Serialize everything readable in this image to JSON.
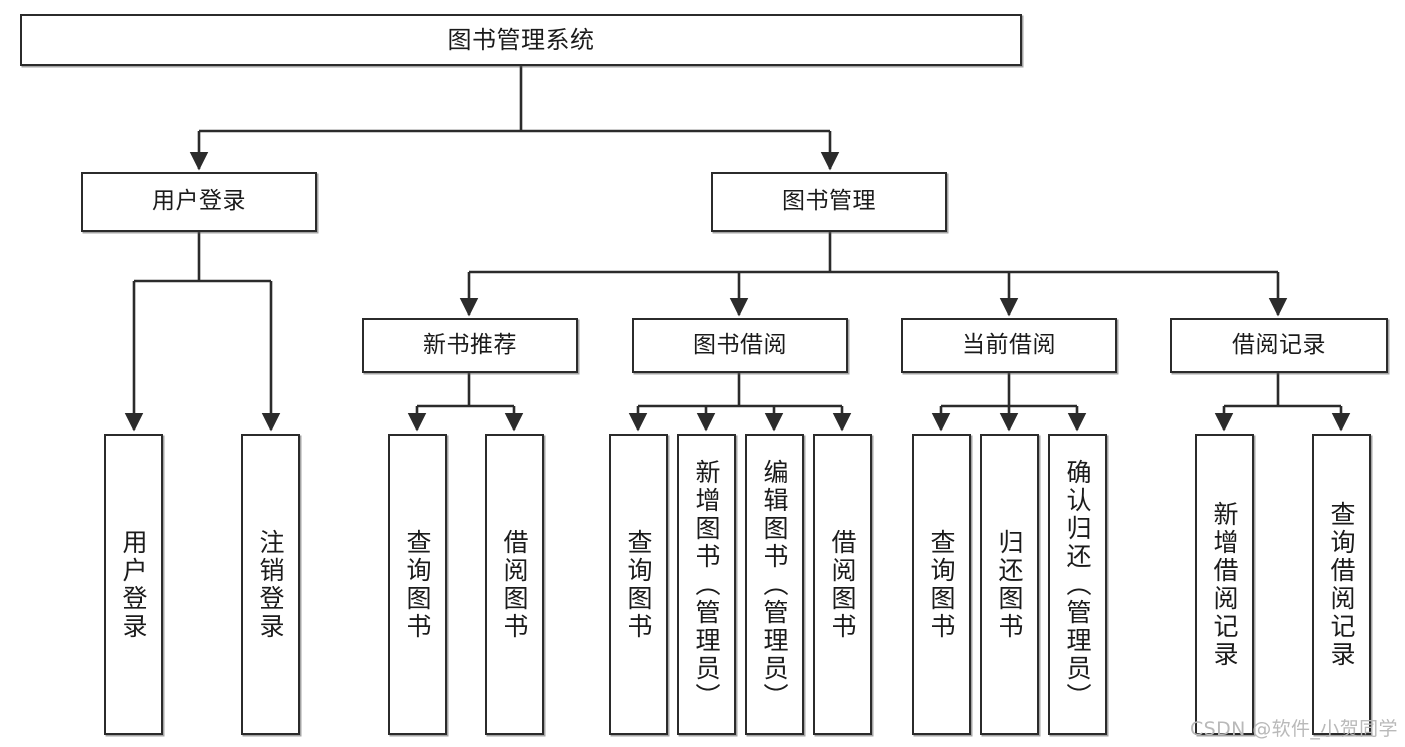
{
  "diagram": {
    "title": "图书管理系统",
    "type": "tree-hierarchy",
    "root": {
      "label": "图书管理系统"
    },
    "level1": [
      {
        "label": "用户登录"
      },
      {
        "label": "图书管理"
      }
    ],
    "level2": [
      {
        "label": "新书推荐"
      },
      {
        "label": "图书借阅"
      },
      {
        "label": "当前借阅"
      },
      {
        "label": "借阅记录"
      }
    ],
    "leaves": {
      "user_login": [
        {
          "label": "用户登录"
        },
        {
          "label": "注销登录"
        }
      ],
      "new_book_recommend": [
        {
          "label": "查询图书"
        },
        {
          "label": "借阅图书"
        }
      ],
      "book_borrow": [
        {
          "label": "查询图书"
        },
        {
          "label": "新增图书（管理员）"
        },
        {
          "label": "编辑图书（管理员）"
        },
        {
          "label": "借阅图书"
        }
      ],
      "current_borrow": [
        {
          "label": "查询图书"
        },
        {
          "label": "归还图书"
        },
        {
          "label": "确认归还（管理员）"
        }
      ],
      "borrow_record": [
        {
          "label": "新增借阅记录"
        },
        {
          "label": "查询借阅记录"
        }
      ]
    }
  },
  "watermark": {
    "text": "CSDN @软件_小贺同学"
  },
  "colors": {
    "box_border": "#2b2b2b",
    "box_fill": "#ffffff",
    "edge": "#2b2b2b",
    "text": "#1b1b1b",
    "watermark": "#b9b9b9",
    "background": "#ffffff"
  }
}
